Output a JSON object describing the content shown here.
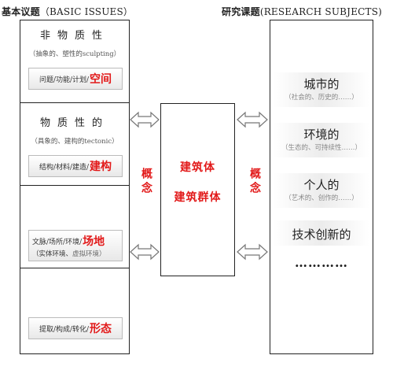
{
  "headings": {
    "left_cn": "基本议题",
    "left_en": "（BASIC ISSUES）",
    "right_cn": "研究课题",
    "right_en": "(RESEARCH SUBJECTS)"
  },
  "left_boxes": [
    {
      "title": "非物质性",
      "subtitle": "（抽象的、塑性的sculpting）",
      "keywords": "问题/功能/计划/",
      "highlight": "空间"
    },
    {
      "title": "物质性的",
      "subtitle": "（具象的、建构的tectonic）",
      "keywords": "结构/材料/建造/",
      "highlight": "建构"
    },
    {
      "title": "",
      "subtitle": "",
      "keywords": "文脉/场所/环境/",
      "highlight": "场地",
      "note_a": "（实体环境、",
      "note_b": "虚拟环境）"
    },
    {
      "title": "",
      "subtitle": "",
      "keywords": "提取/构成/转化/",
      "highlight": "形态"
    }
  ],
  "center": {
    "line1": "建筑体",
    "line2": "建筑群体"
  },
  "concept_left": "概念",
  "concept_right": "概念",
  "right_items": [
    {
      "title": "城市的",
      "subtitle": "（社会的、历史的……）"
    },
    {
      "title": "环境的",
      "subtitle": "（生态的、可持续性……）"
    },
    {
      "title": "个人的",
      "subtitle": "（艺术的、创作的……）"
    },
    {
      "title": "技术创新的",
      "subtitle": ""
    }
  ],
  "ellipsis": "…………",
  "colors": {
    "accent": "#e21a1a",
    "line": "#222222"
  },
  "icons": [
    "double-arrow-icon"
  ]
}
